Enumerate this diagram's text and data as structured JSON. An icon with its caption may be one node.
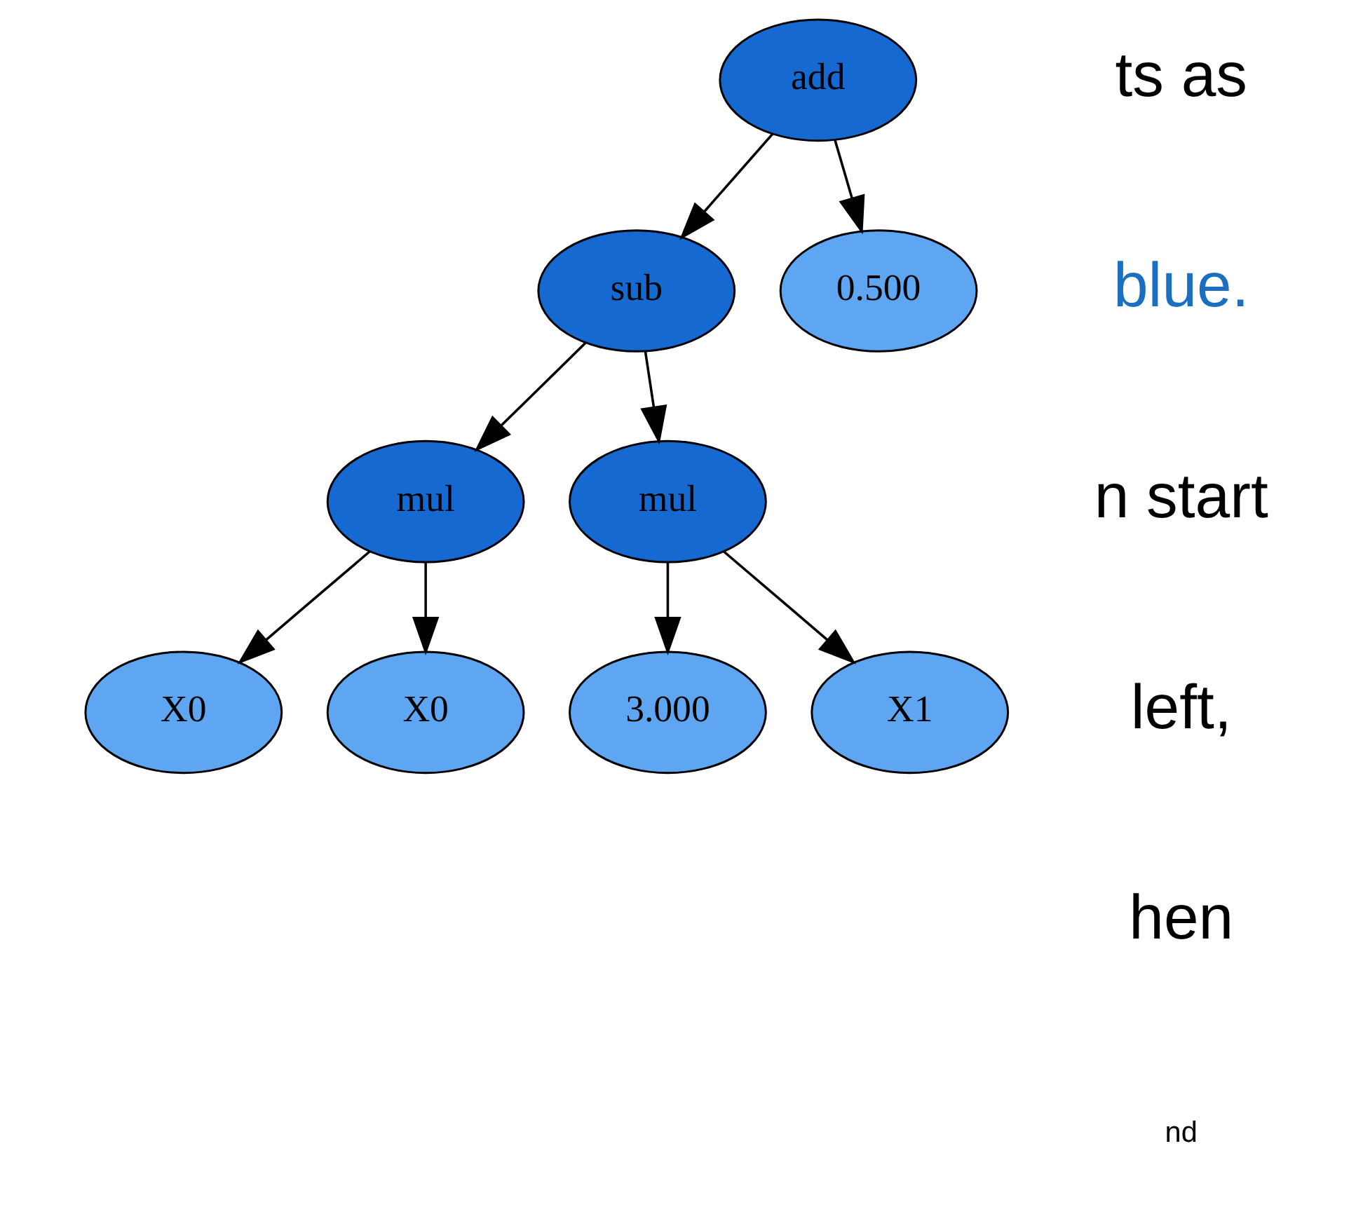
{
  "diagram": {
    "nodes": [
      {
        "text": [
          "add"
        ]
      },
      {
        "text": [
          "sub"
        ]
      },
      {
        "text": [
          "0.500"
        ]
      },
      {
        "text": [
          "mul"
        ]
      },
      {
        "text": [
          "mul"
        ]
      },
      {
        "text": [
          "X0"
        ]
      },
      {
        "text": [
          "X0"
        ]
      },
      {
        "text": [
          "3.000"
        ]
      },
      {
        "text": [
          "X1"
        ]
      }
    ],
    "edges": [
      {
        "from": 0,
        "to": 1,
        "arrow": "to"
      },
      {
        "from": 0,
        "to": 2,
        "arrow": "to"
      },
      {
        "from": 1,
        "to": 3,
        "arrow": "to"
      },
      {
        "from": 1,
        "to": 4,
        "arrow": "to"
      },
      {
        "from": 3,
        "to": 5,
        "arrow": "to"
      },
      {
        "from": 3,
        "to": 6,
        "arrow": "to"
      },
      {
        "from": 4,
        "to": 7,
        "arrow": "to"
      },
      {
        "from": 4,
        "to": 8,
        "arrow": "to"
      }
    ],
    "labels": [
      "ts as",
      "blue.",
      "n start",
      "left,",
      "hen",
      "nd"
    ]
  }
}
